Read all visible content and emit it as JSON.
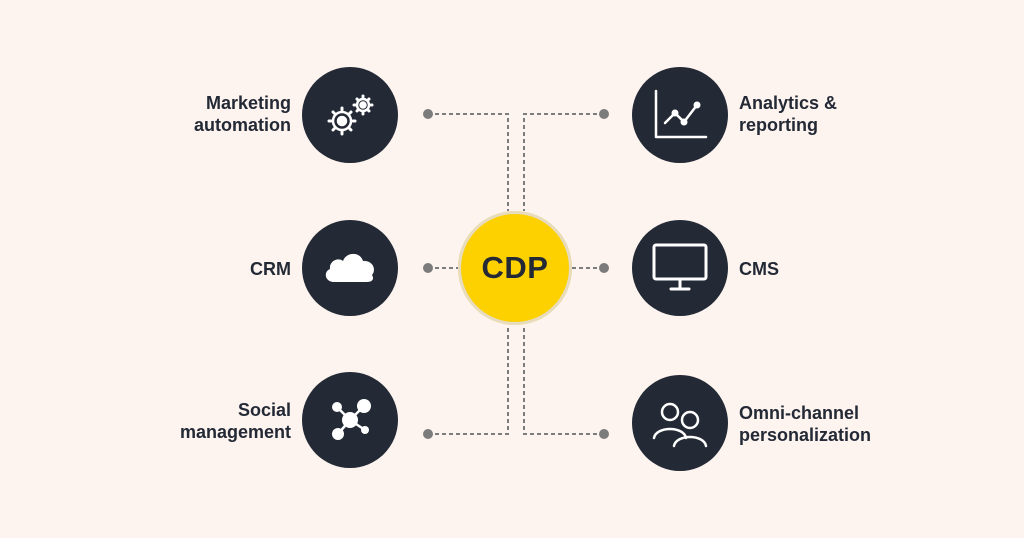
{
  "hub": {
    "label": "CDP",
    "color": "#fdd000"
  },
  "colors": {
    "background": "#fdf4f0",
    "node": "#232935",
    "text": "#232935",
    "connector": "#7c7c7c"
  },
  "left_nodes": [
    {
      "label": "Marketing\nautomation",
      "icon": "gears-icon"
    },
    {
      "label": "CRM",
      "icon": "cloud-icon"
    },
    {
      "label": "Social\nmanagement",
      "icon": "network-icon"
    }
  ],
  "right_nodes": [
    {
      "label": "Analytics &\nreporting",
      "icon": "line-chart-icon"
    },
    {
      "label": "CMS",
      "icon": "monitor-icon"
    },
    {
      "label": "Omni-channel\npersonalization",
      "icon": "users-icon"
    }
  ]
}
